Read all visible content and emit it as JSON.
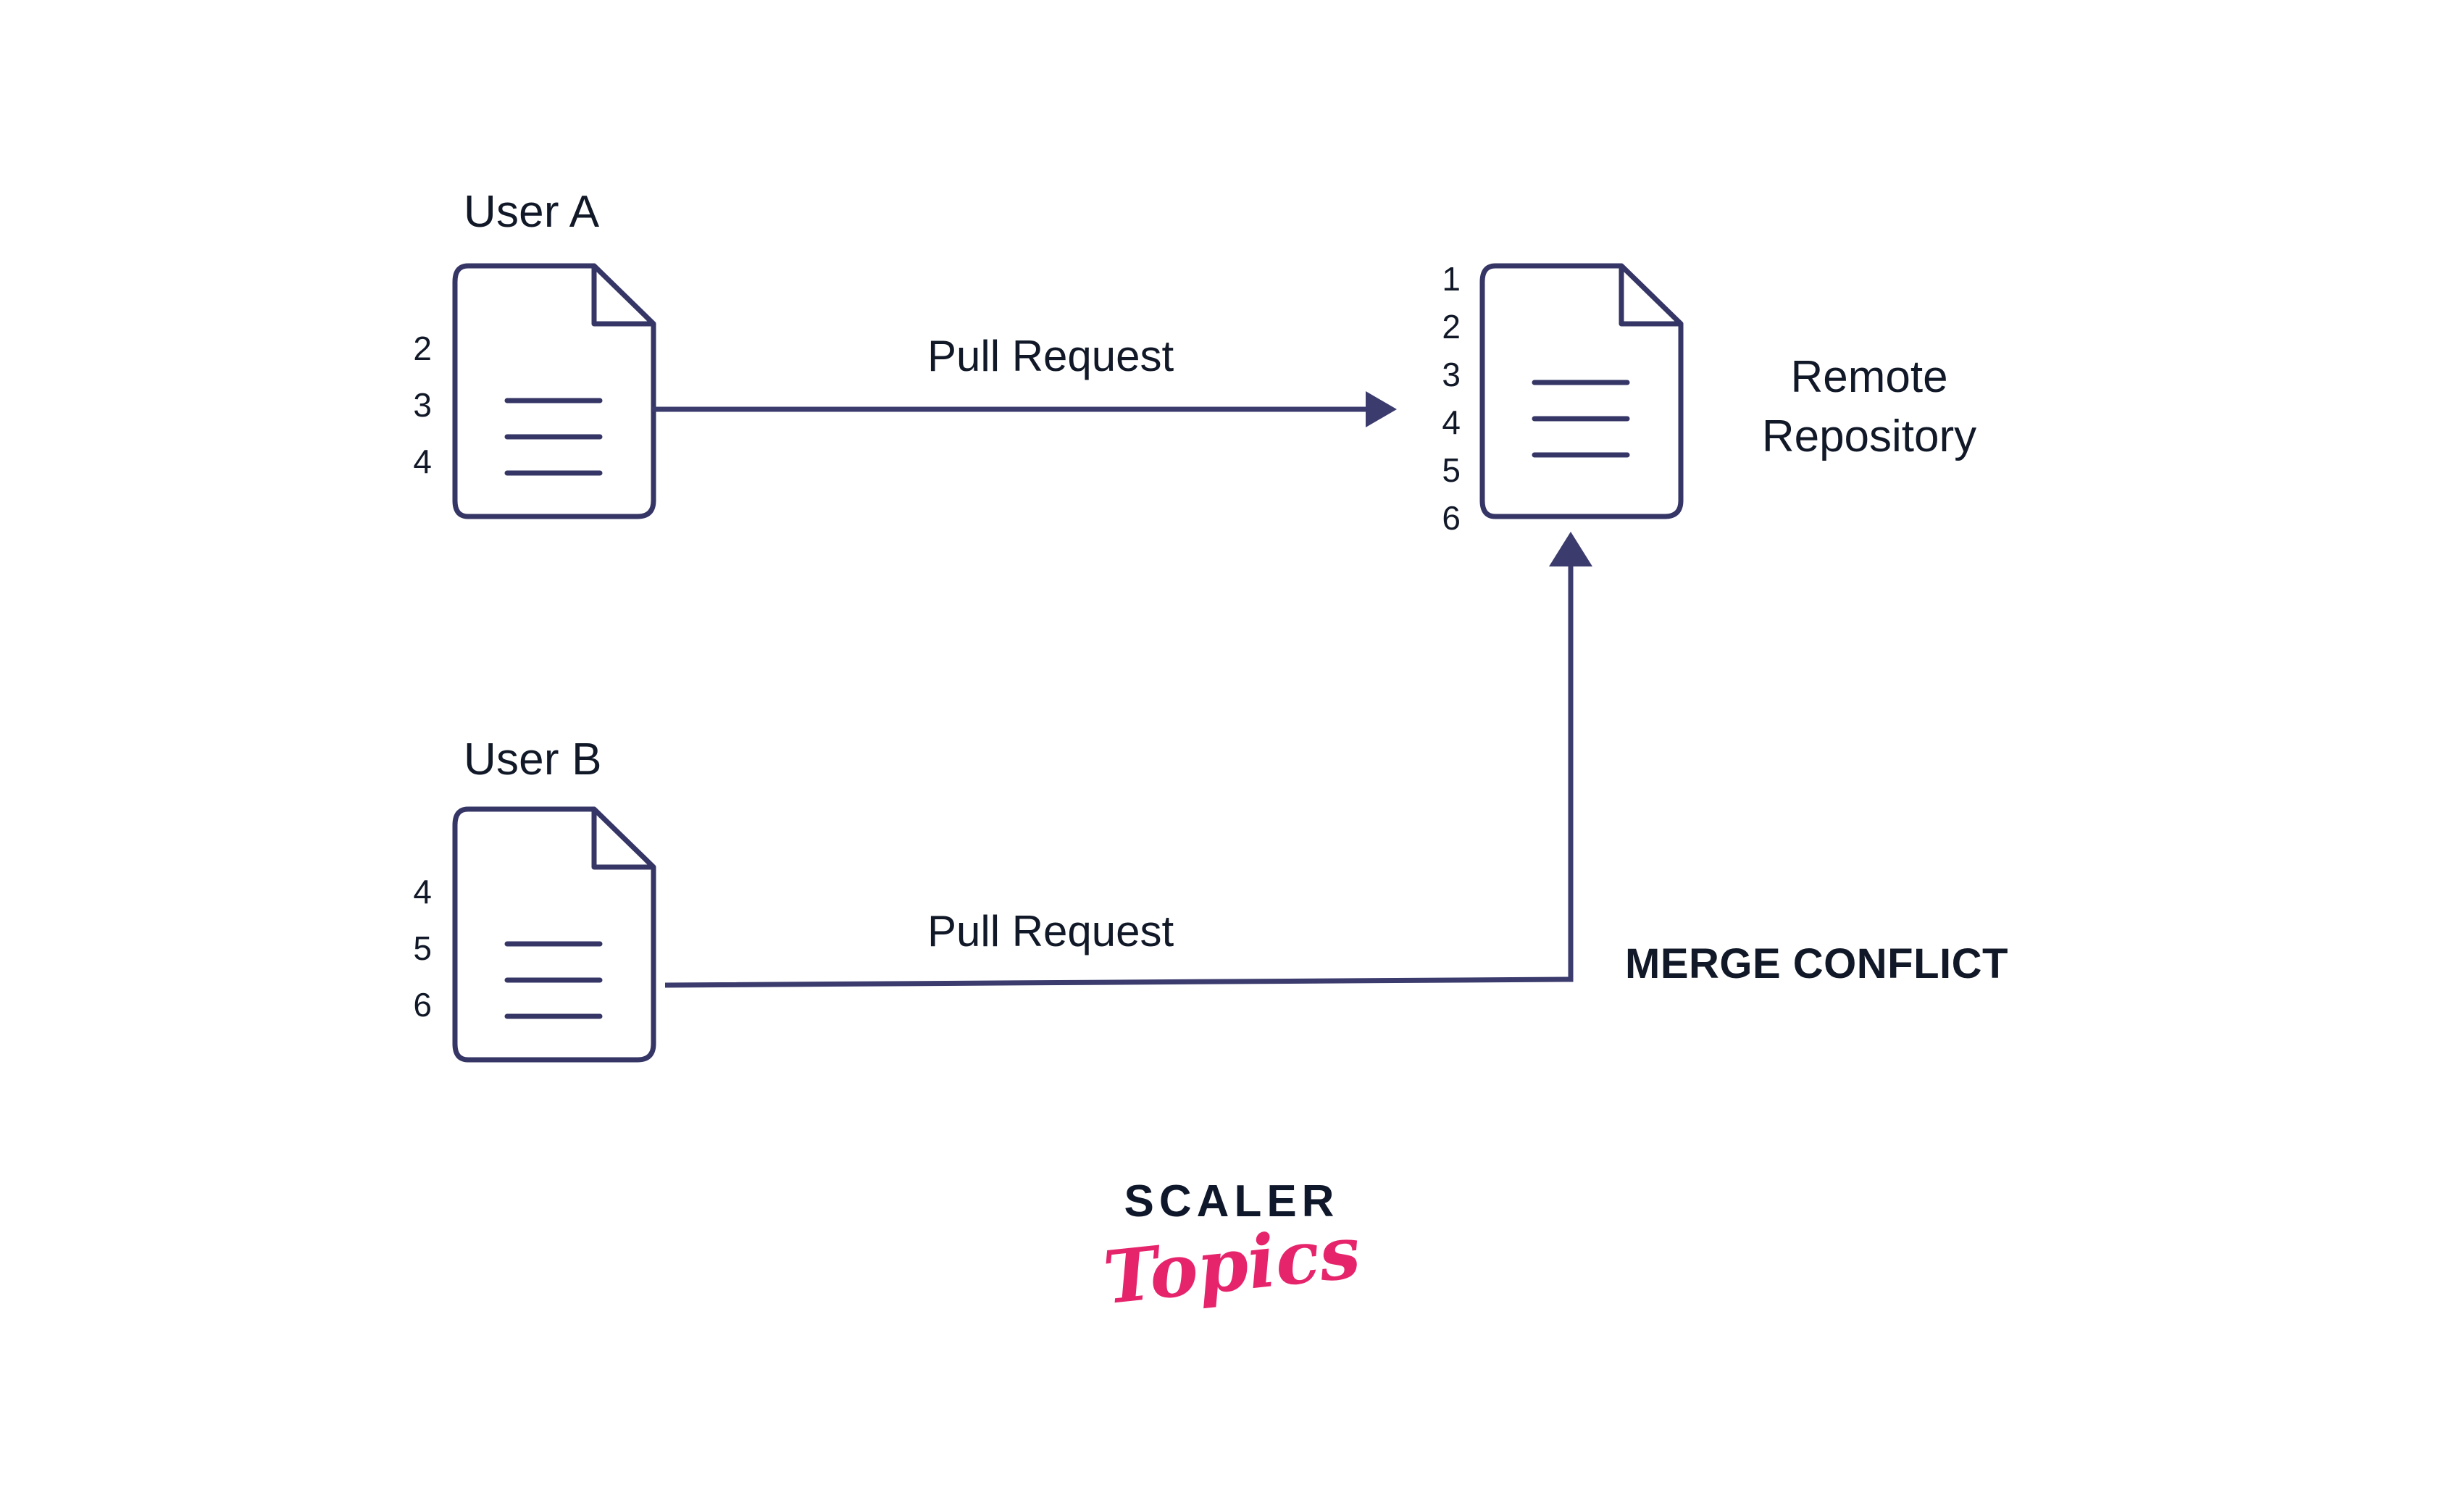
{
  "diagram": {
    "title": "Git merge conflict between two users",
    "background_color": "#ffffff",
    "stroke_color": "#353566",
    "arrow_color": "#3b3b6d",
    "text_color": "#111827"
  },
  "nodes": {
    "user_a": {
      "label": "User A",
      "icon": "document-icon",
      "line_numbers": [
        "2",
        "3",
        "4"
      ]
    },
    "user_b": {
      "label": "User B",
      "icon": "document-icon",
      "line_numbers": [
        "4",
        "5",
        "6"
      ]
    },
    "remote": {
      "label": "Remote\nRepository",
      "icon": "document-icon",
      "line_numbers": [
        "1",
        "2",
        "3",
        "4",
        "5",
        "6"
      ]
    }
  },
  "edges": {
    "user_a_to_remote": {
      "label": "Pull Request",
      "arrowhead": "right-arrow-icon"
    },
    "user_b_to_remote": {
      "label": "Pull Request",
      "arrowhead": "up-arrow-icon"
    }
  },
  "annotations": {
    "merge_conflict": "MERGE CONFLICT"
  },
  "logo": {
    "primary": "SCALER",
    "secondary": "Topics",
    "primary_color": "#0f172a",
    "secondary_color": "#E6246C"
  }
}
